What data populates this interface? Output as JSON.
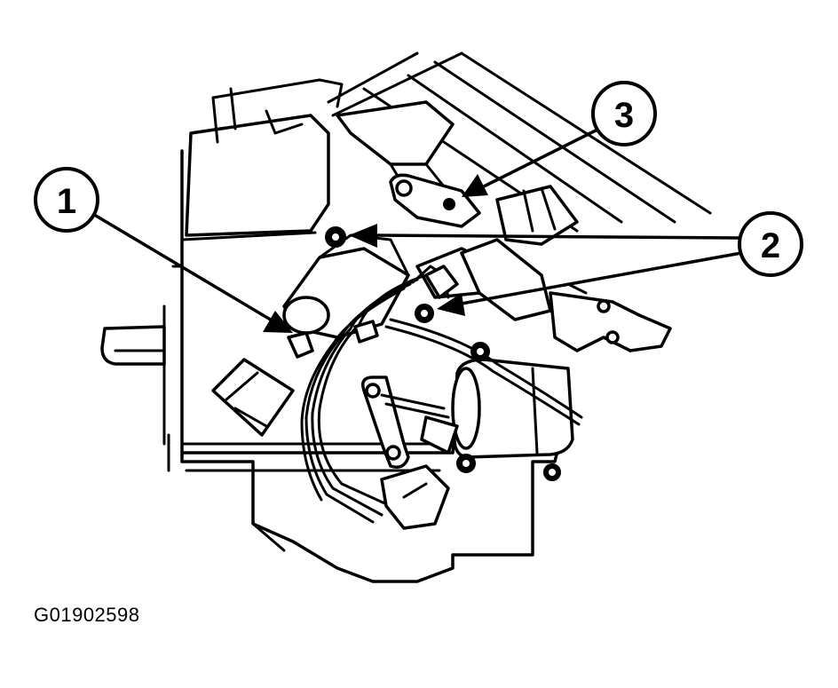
{
  "figure_id": "G01902598",
  "callouts": [
    {
      "label": "1"
    },
    {
      "label": "2"
    },
    {
      "label": "3"
    }
  ]
}
